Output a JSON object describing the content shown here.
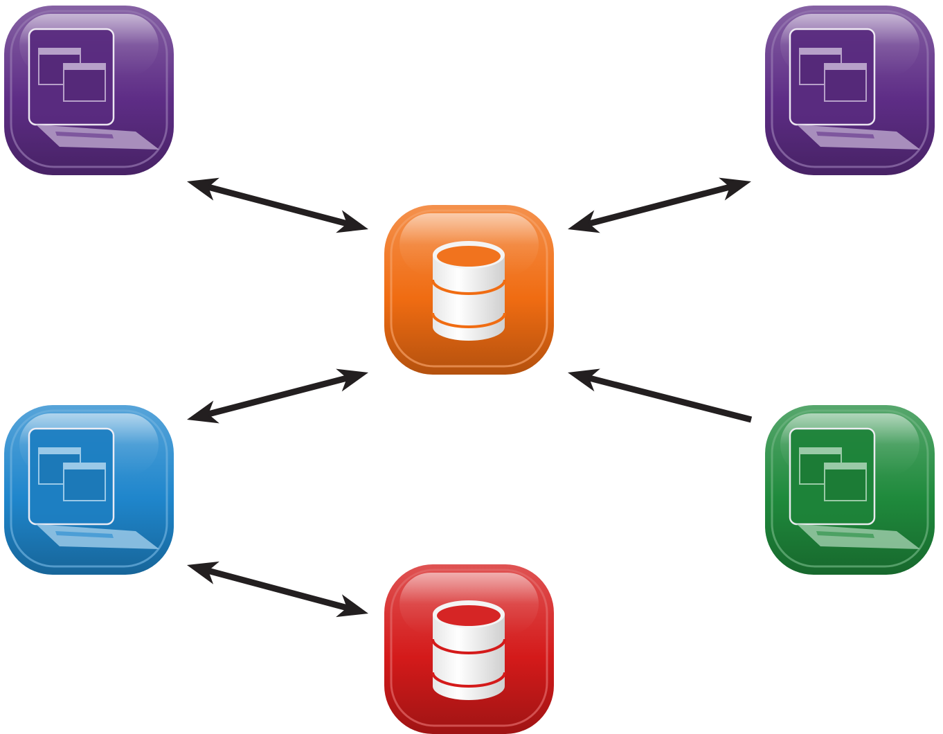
{
  "nodes": [
    {
      "id": "laptop-top-left",
      "kind": "laptop",
      "color": "#5e2d86",
      "icon": "laptop-icon"
    },
    {
      "id": "laptop-top-right",
      "kind": "laptop",
      "color": "#5e2d86",
      "icon": "laptop-icon"
    },
    {
      "id": "database-center",
      "kind": "database",
      "color": "#f06c12",
      "icon": "database-icon"
    },
    {
      "id": "laptop-bottom-left",
      "kind": "laptop",
      "color": "#1f86cc",
      "icon": "laptop-icon"
    },
    {
      "id": "laptop-bottom-right",
      "kind": "laptop",
      "color": "#1f8a3c",
      "icon": "laptop-icon"
    },
    {
      "id": "database-bottom",
      "kind": "database",
      "color": "#d41a1a",
      "icon": "database-icon"
    }
  ],
  "edges": [
    {
      "from": "laptop-top-left",
      "to": "database-center",
      "direction": "both"
    },
    {
      "from": "laptop-top-right",
      "to": "database-center",
      "direction": "both"
    },
    {
      "from": "laptop-bottom-left",
      "to": "database-center",
      "direction": "both"
    },
    {
      "from": "laptop-bottom-right",
      "to": "database-center",
      "direction": "forward"
    },
    {
      "from": "laptop-bottom-left",
      "to": "database-bottom",
      "direction": "both"
    }
  ],
  "arrow_color": "#231f20"
}
